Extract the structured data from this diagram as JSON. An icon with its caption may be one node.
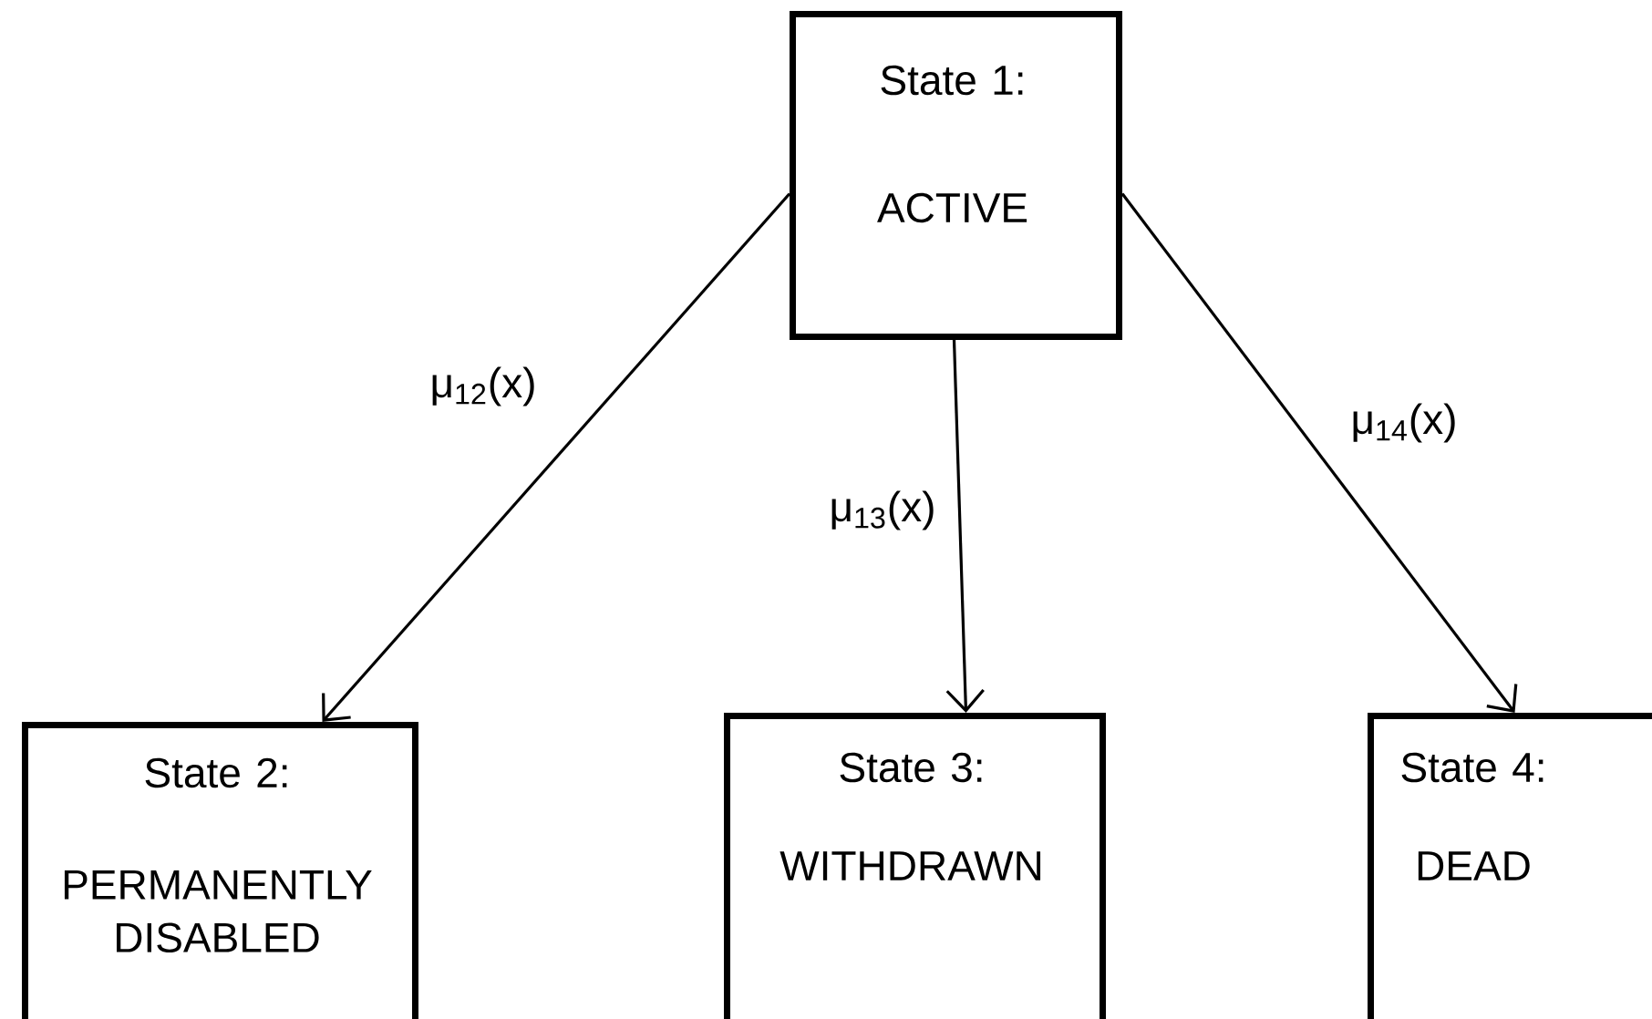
{
  "diagram": {
    "nodes": [
      {
        "text": [
          "State 1:",
          "ACTIVE"
        ]
      },
      {
        "text": [
          "State 2:",
          "PERMANENTLY DISABLED"
        ]
      },
      {
        "text": [
          "State 3:",
          "WITHDRAWN"
        ]
      },
      {
        "text": [
          "State 4:",
          "DEAD"
        ]
      }
    ],
    "edges": [
      {
        "from": 0,
        "to": 1,
        "arrow": "to",
        "label": "μ$_{12}$(x)"
      },
      {
        "from": 0,
        "to": 2,
        "arrow": "to",
        "label": "μ$_{13}$(x)"
      },
      {
        "from": 0,
        "to": 3,
        "arrow": "to",
        "label": "μ$_{14}$(x)"
      }
    ]
  }
}
